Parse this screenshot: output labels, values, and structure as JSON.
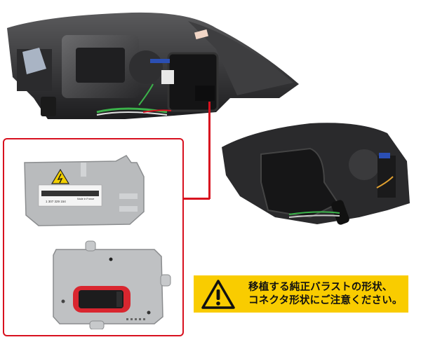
{
  "images": {
    "headlight_rear_top": {
      "alt": "Headlight assembly rear view (top)"
    },
    "headlight_rear_right": {
      "alt": "Headlight assembly rear view (right)"
    },
    "ballast_front": {
      "alt": "HID ballast label side",
      "label_part_number": "1 307 329 154",
      "label_origin": "Made in France"
    },
    "ballast_back": {
      "alt": "HID ballast connector side"
    }
  },
  "callout": {
    "accent_color": "#d8111f"
  },
  "warning": {
    "icon": "warning-triangle-icon",
    "background_color": "#f9cc00",
    "line1": "移植する純正バラストの形状、",
    "line2": "コネクタ形状にご注意ください。"
  }
}
